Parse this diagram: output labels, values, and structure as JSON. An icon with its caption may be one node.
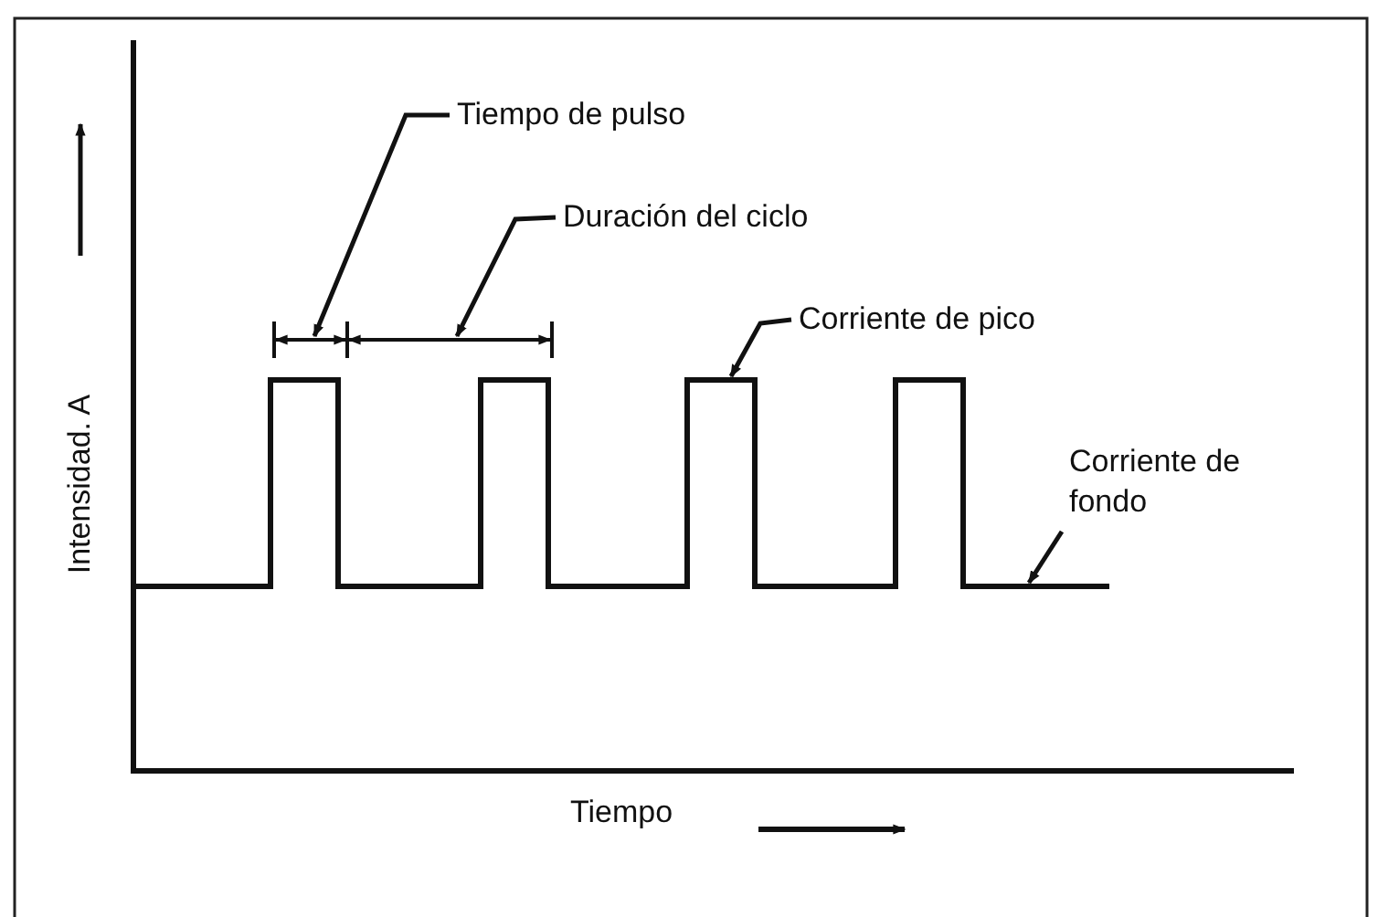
{
  "diagram": {
    "nodes": [
      {
        "text": [
          "Tiempo de pulso"
        ]
      },
      {
        "text": [
          "Duración del ciclo"
        ]
      },
      {
        "text": [
          "Corriente de pico"
        ]
      },
      {
        "text": [
          "Corriente de fondo"
        ]
      }
    ],
    "edges": [
      {
        "from": 0,
        "to": null,
        "arrow": "to"
      },
      {
        "from": 1,
        "to": null,
        "arrow": "to"
      },
      {
        "from": 2,
        "to": null,
        "arrow": "to"
      },
      {
        "from": 3,
        "to": null,
        "arrow": "to"
      }
    ],
    "labels": [
      "Intensidad. A",
      "Tiempo"
    ]
  }
}
